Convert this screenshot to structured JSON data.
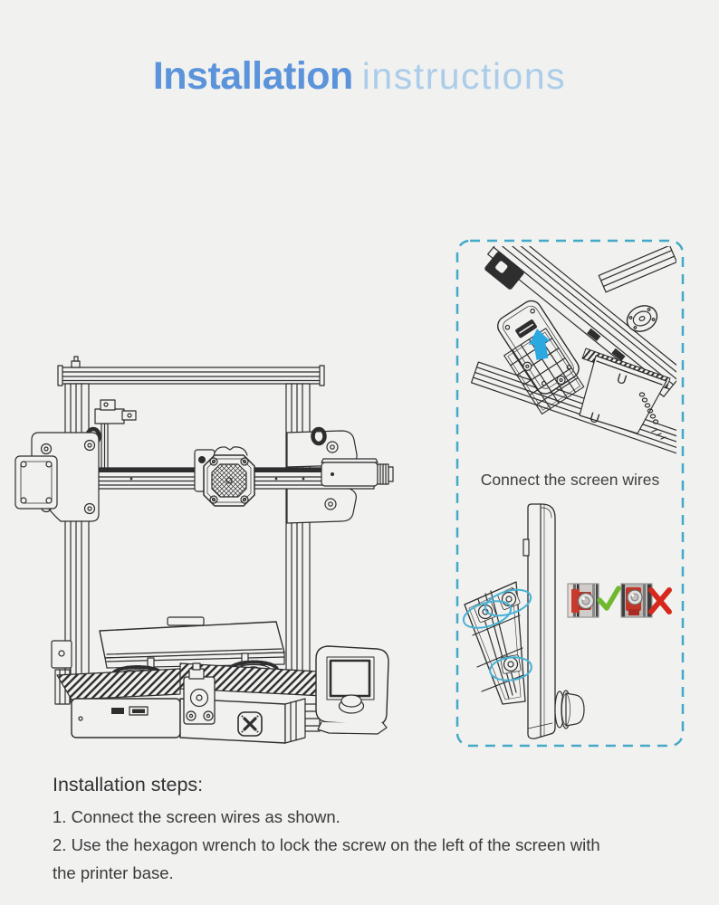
{
  "page": {
    "background": "#f1f1f0",
    "text_color": "#3a3a3a"
  },
  "title": {
    "primary": "Installation",
    "secondary": "instructions",
    "primary_color": "#5b94da",
    "secondary_color": "#abcde9"
  },
  "callout": {
    "border_color": "#43a9c7",
    "caption": "Connect the screen wires",
    "arrow_color": "#29a9e0",
    "highlight_ellipse_color": "#47b2d5",
    "plate_marks": [
      "U",
      "U"
    ],
    "correct_color": "#6fb92f",
    "incorrect_color": "#d7281c"
  },
  "icons": {
    "insert_direction": "up-arrow",
    "correct": "check-mark",
    "incorrect": "cross-mark",
    "base_badge": "x-emblem"
  },
  "steps": {
    "heading": "Installation steps:",
    "items": [
      "1. Connect the screen wires as shown.",
      "2. Use the hexagon wrench to lock the screw on the left of the screen with the printer base."
    ],
    "lines": [
      "1. Connect the screen wires as shown.",
      "2. Use the hexagon wrench to lock the screw on the left of the screen with",
      "the printer base."
    ]
  }
}
